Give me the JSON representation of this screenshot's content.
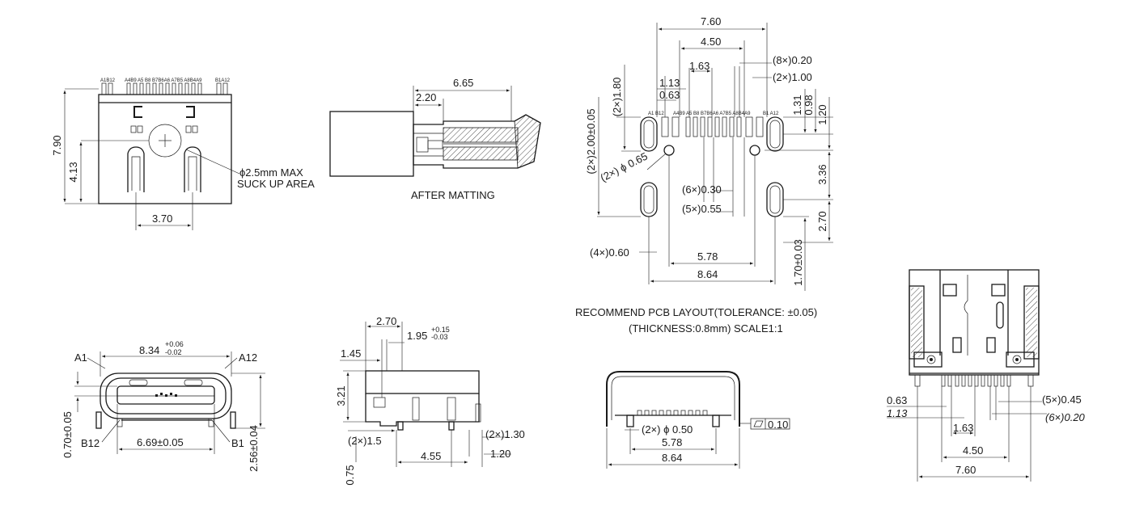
{
  "colors": {
    "line": "#1a1a1a",
    "background": "#ffffff",
    "hatch": "#cfcfcf"
  },
  "top_view": {
    "pins_left": "A1B12",
    "pins_mid": "A4B9 A5 B8 B7B6A6 A7B5 A8B4A9",
    "pins_right": "B1A12",
    "dim_height": "7.90",
    "dim_center": "4.13",
    "dim_width": "3.70",
    "note_line1": "ϕ2.5mm MAX",
    "note_line2": "SUCK UP AREA"
  },
  "mated_view": {
    "dim_total": "6.65",
    "dim_offset": "2.20",
    "caption": "AFTER MATTING"
  },
  "pcb_layout": {
    "dim_760": "7.60",
    "dim_450": "4.50",
    "dim_163": "1.63",
    "dim_8x020": "(8×)0.20",
    "dim_2x100": "(2×)1.00",
    "dim_113": "1.13",
    "dim_063": "0.63",
    "dim_131": "1.31",
    "dim_098": "0.98",
    "dim_120": "1.20",
    "dim_2x180": "(2×)1.80",
    "dim_2x200": "(2×)2.00±0.05",
    "dim_2xphi065": "(2×) ϕ 0.65",
    "dim_6x030": "(6×)0.30",
    "dim_5x055": "(5×)0.55",
    "dim_336": "3.36",
    "dim_270": "2.70",
    "dim_4x060": "(4×)0.60",
    "dim_578": "5.78",
    "dim_864": "8.64",
    "dim_170": "1.70±0.03",
    "pins_left": "A1 B12",
    "pins_mid": "A4B9 A5 B8 B7B6A6 A7B5 A8B4A9",
    "pins_right": "B1 A12",
    "caption_line1": "RECOMMEND PCB LAYOUT(TOLERANCE: ±0.05)",
    "caption_line2": "(THICKNESS:0.8mm) SCALE1:1"
  },
  "front_view": {
    "label_a1": "A1",
    "label_a12": "A12",
    "label_b12": "B12",
    "label_b1": "B1",
    "dim_width_base": "8.34",
    "tol_plus": "+0.06",
    "tol_minus": "-0.02",
    "dim_inner": "6.69±0.05",
    "dim_left": "0.70±0.05",
    "dim_right": "2.56±0.04"
  },
  "side_view": {
    "dim_270": "2.70",
    "dim_195_base": "1.95",
    "tol_plus": "+0.15",
    "tol_minus": "-0.03",
    "dim_145": "1.45",
    "dim_321": "3.21",
    "dim_2x15": "(2×)1.5",
    "dim_2x130": "(2×)1.30",
    "dim_455": "4.55",
    "dim_120": "1.20",
    "dim_075": "0.75"
  },
  "shell_front": {
    "dim_2xphi050": "(2×) ϕ 0.50",
    "dim_578": "5.78",
    "dim_864": "8.64",
    "flatness": "0.10"
  },
  "bottom_view": {
    "dim_063": "0.63",
    "dim_113": "1.13",
    "dim_5x045": "(5×)0.45",
    "dim_6x020": "(6×)0.20",
    "dim_163": "1.63",
    "dim_450": "4.50",
    "dim_760": "7.60"
  }
}
